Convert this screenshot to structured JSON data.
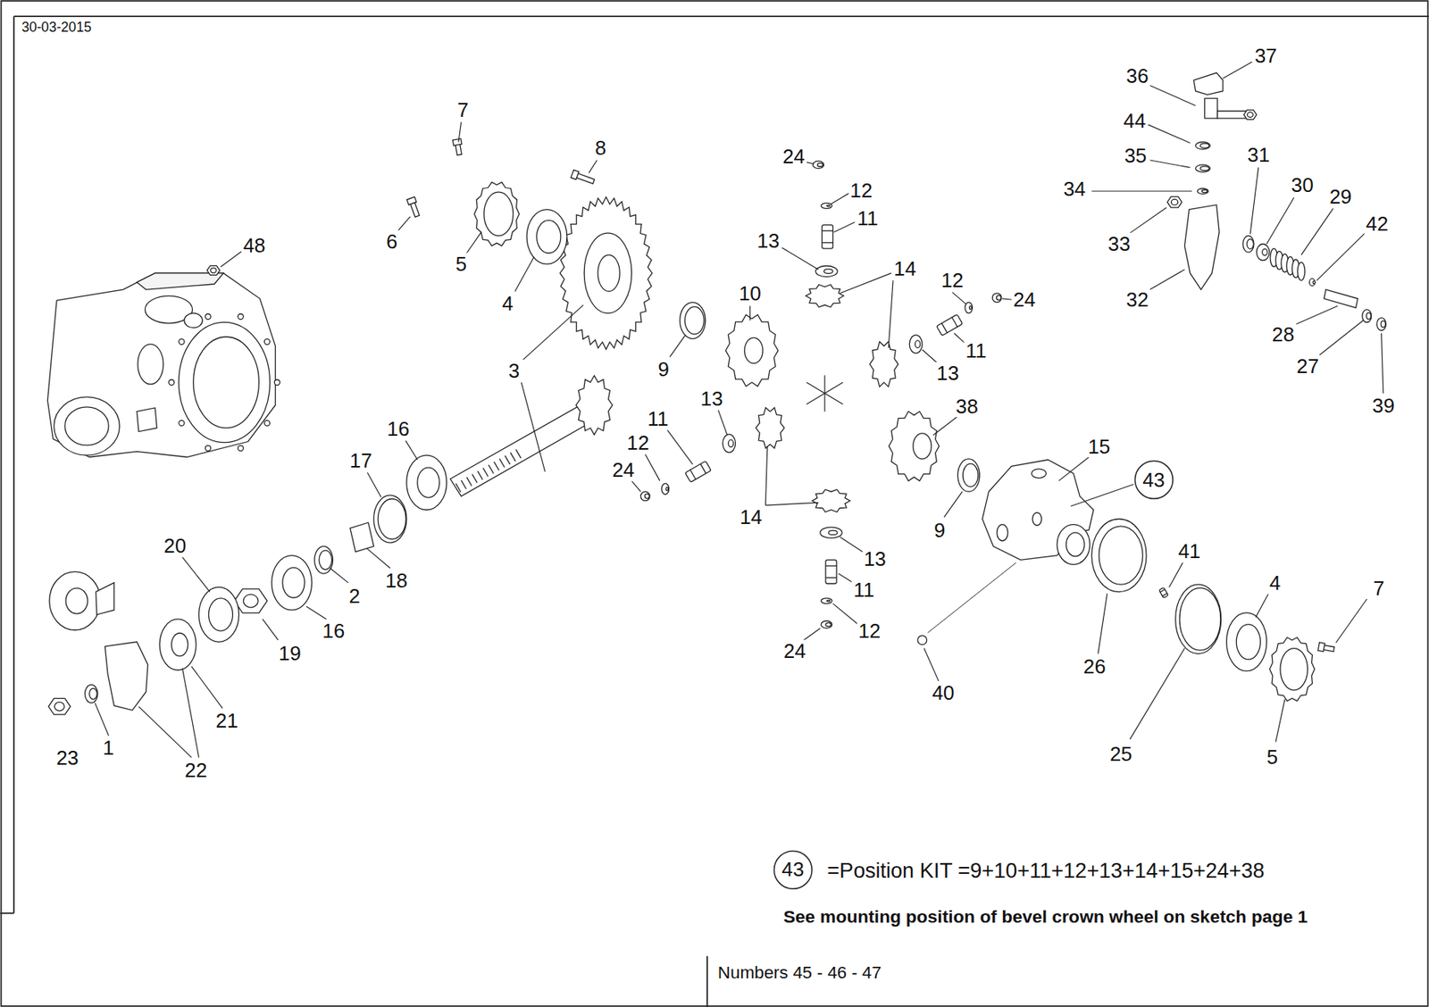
{
  "diagram": {
    "nodes": [
      {
        "text": [
          "43"
        ]
      },
      {
        "text": [
          "43"
        ]
      }
    ],
    "labels": [
      "30-03-2015",
      "7",
      "8",
      "24",
      "12",
      "11",
      "13",
      "6",
      "48",
      "5",
      "4",
      "14",
      "12",
      "24",
      "10",
      "9",
      "3",
      "11",
      "13",
      "13",
      "11",
      "16",
      "17",
      "12",
      "24",
      "14",
      "38",
      "15",
      "9",
      "13",
      "11",
      "12",
      "24",
      "20",
      "18",
      "2",
      "16",
      "19",
      "41",
      "4",
      "7",
      "26",
      "40",
      "25",
      "5",
      "21",
      "23",
      "1",
      "22",
      "37",
      "36",
      "44",
      "35",
      "31",
      "34",
      "30",
      "29",
      "42",
      "33",
      "32",
      "28",
      "27",
      "39",
      "=Position KIT =9+10+11+12+13+14+15+24+38",
      "See mounting position of bevel crown wheel on sketch page 1",
      "Numbers 45 - 46 - 47"
    ]
  }
}
